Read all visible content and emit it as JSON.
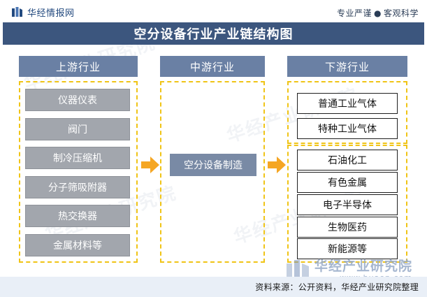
{
  "header": {
    "logo_text": "华经情报网",
    "motto_left": "专业严谨",
    "motto_sep": "●",
    "motto_right": "客观科学"
  },
  "title": "空分设备行业产业链结构图",
  "columns": {
    "upstream": {
      "label": "上游行业",
      "items": [
        "仪器仪表",
        "阀门",
        "制冷压缩机",
        "分子筛吸附器",
        "热交换器",
        "金属材料等"
      ]
    },
    "midstream": {
      "label": "中游行业",
      "items": [
        "空分设备制造"
      ]
    },
    "downstream": {
      "label": "下游行业",
      "gas_items": [
        "普通工业气体",
        "特种工业气体"
      ],
      "application_items": [
        "石油化工",
        "有色金属",
        "电子半导体",
        "生物医药",
        "新能源等"
      ]
    }
  },
  "watermark": {
    "brand": "华经产业研究院",
    "url": "www.huaon.com"
  },
  "footer": {
    "source": "资料来源：公开资料，华经产业研究院整理"
  },
  "colors": {
    "title_band": "#3c567e",
    "column_header": "#6a80a4",
    "upstream_item": "#a2a6ad",
    "midstream_item": "#798aa5",
    "dashed_border": "#f0c416",
    "arrow": "#f5a623",
    "footer_band": "#e9eff7"
  }
}
